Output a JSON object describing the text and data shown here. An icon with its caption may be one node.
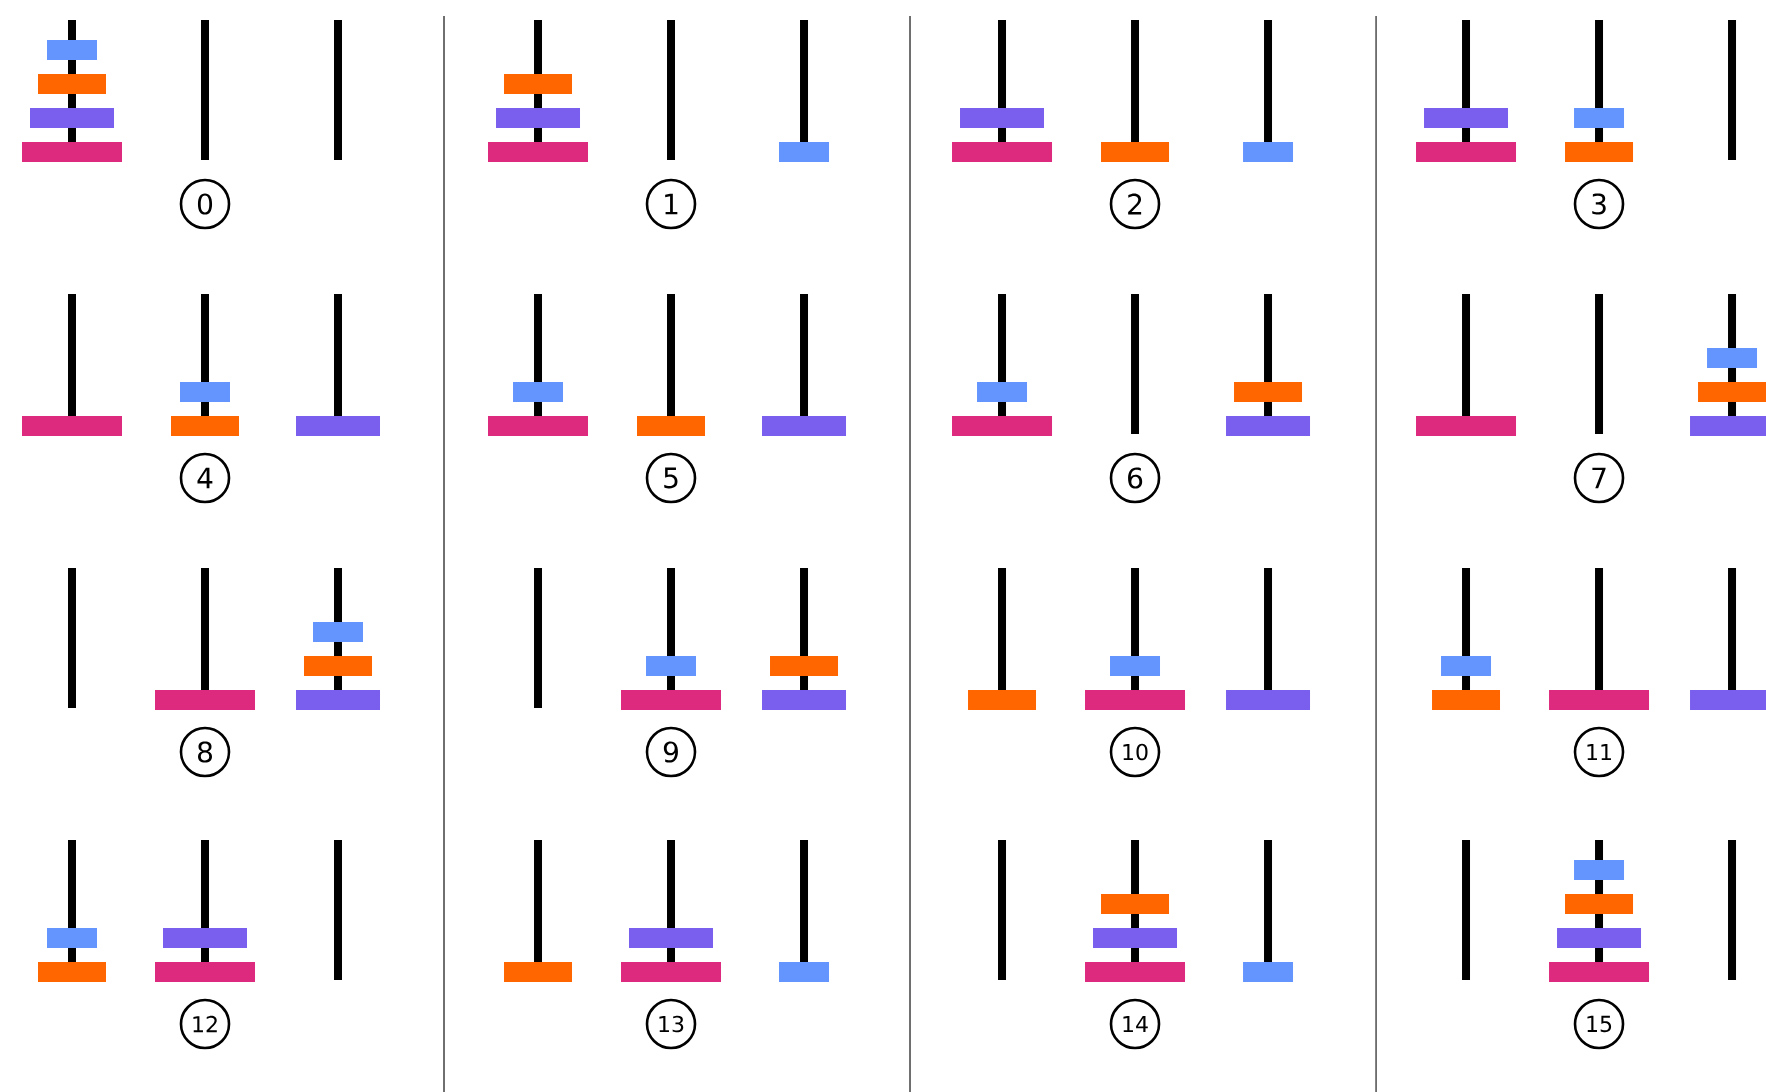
{
  "diagram": {
    "nodes": [
      {
        "text": [
          "0"
        ]
      },
      {
        "text": [
          "1"
        ]
      },
      {
        "text": [
          "2"
        ]
      },
      {
        "text": [
          "3"
        ]
      },
      {
        "text": [
          "4"
        ]
      },
      {
        "text": [
          "5"
        ]
      },
      {
        "text": [
          "6"
        ]
      },
      {
        "text": [
          "7"
        ]
      },
      {
        "text": [
          "8"
        ]
      },
      {
        "text": [
          "9"
        ]
      },
      {
        "text": [
          "10"
        ]
      },
      {
        "text": [
          "11"
        ]
      },
      {
        "text": [
          "12"
        ]
      },
      {
        "text": [
          "13"
        ]
      },
      {
        "text": [
          "14"
        ]
      },
      {
        "text": [
          "15"
        ]
      }
    ]
  }
}
